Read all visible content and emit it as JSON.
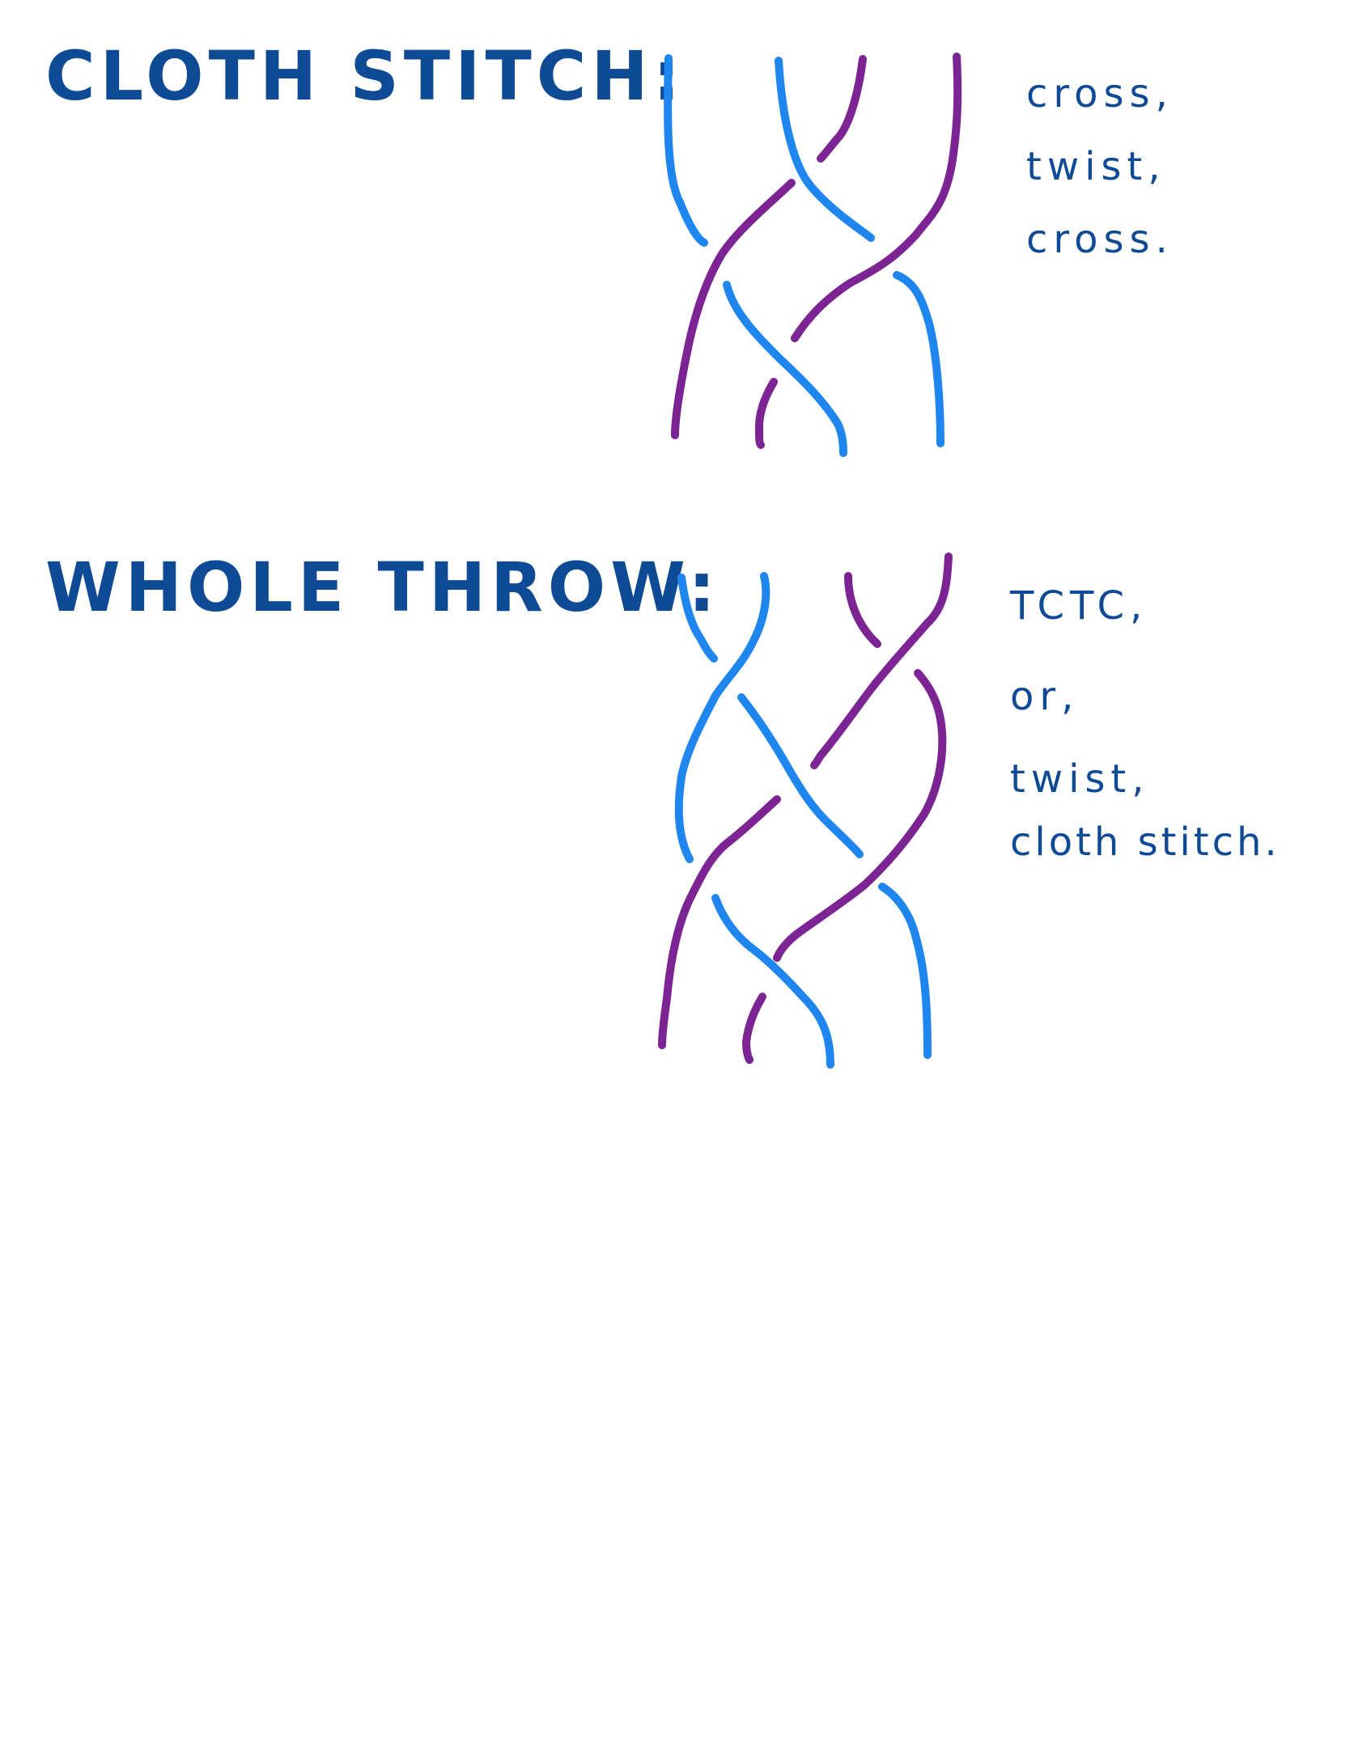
{
  "colors": {
    "text": "#0f4a96",
    "blue_thread": "#1f86f0",
    "purple_thread": "#7d2494",
    "background": "#ffffff"
  },
  "cloth_stitch": {
    "title": "Cloth stitch:",
    "notes": [
      "cross,",
      "twist,",
      "cross."
    ]
  },
  "whole_throw": {
    "title": "Whole throw:",
    "notes": [
      "TCTC,",
      "or,",
      "twist,",
      "cloth stitch."
    ]
  }
}
